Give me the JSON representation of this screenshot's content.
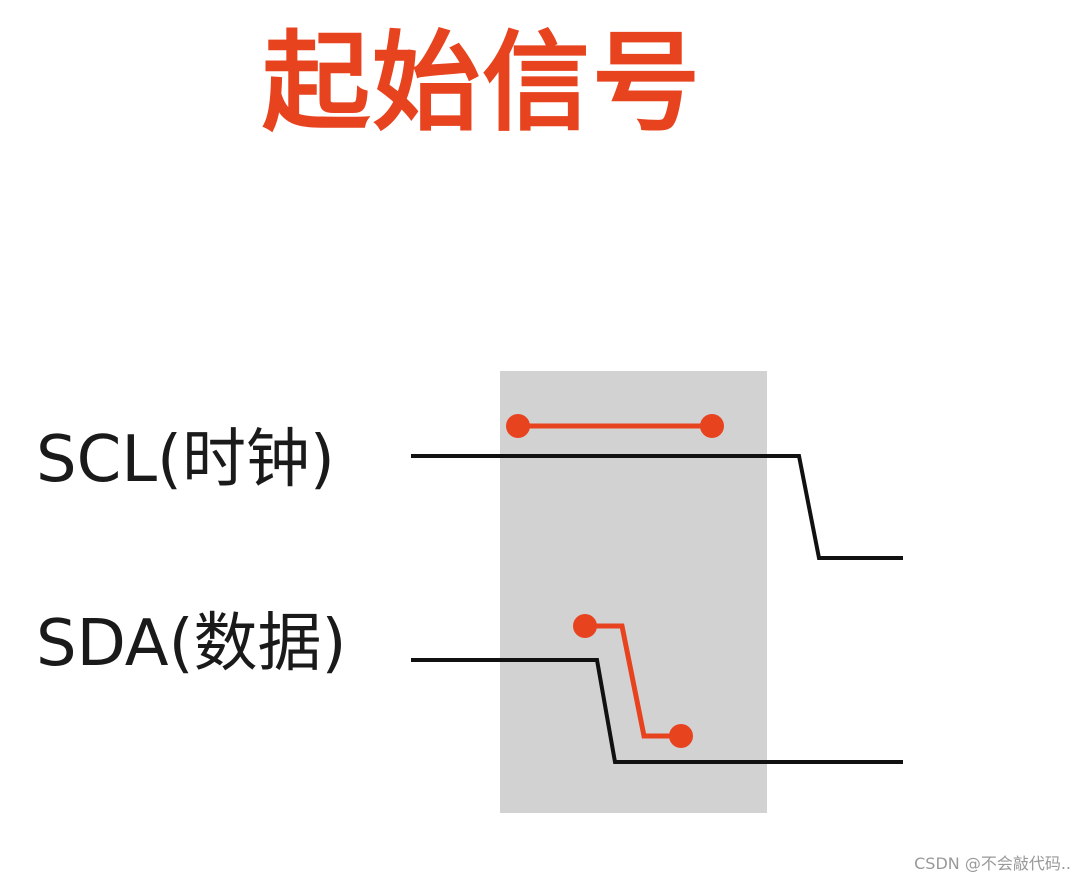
{
  "title": "起始信号",
  "signals": {
    "scl_label": "SCL(时钟)",
    "sda_label": "SDA(数据)"
  },
  "watermark": "CSDN @不会敲代码..",
  "colors": {
    "accent": "#e8431f",
    "line": "#111111",
    "highlight_region": "#d2d2d2",
    "text": "#1a1a1a",
    "watermark": "#999999"
  }
}
